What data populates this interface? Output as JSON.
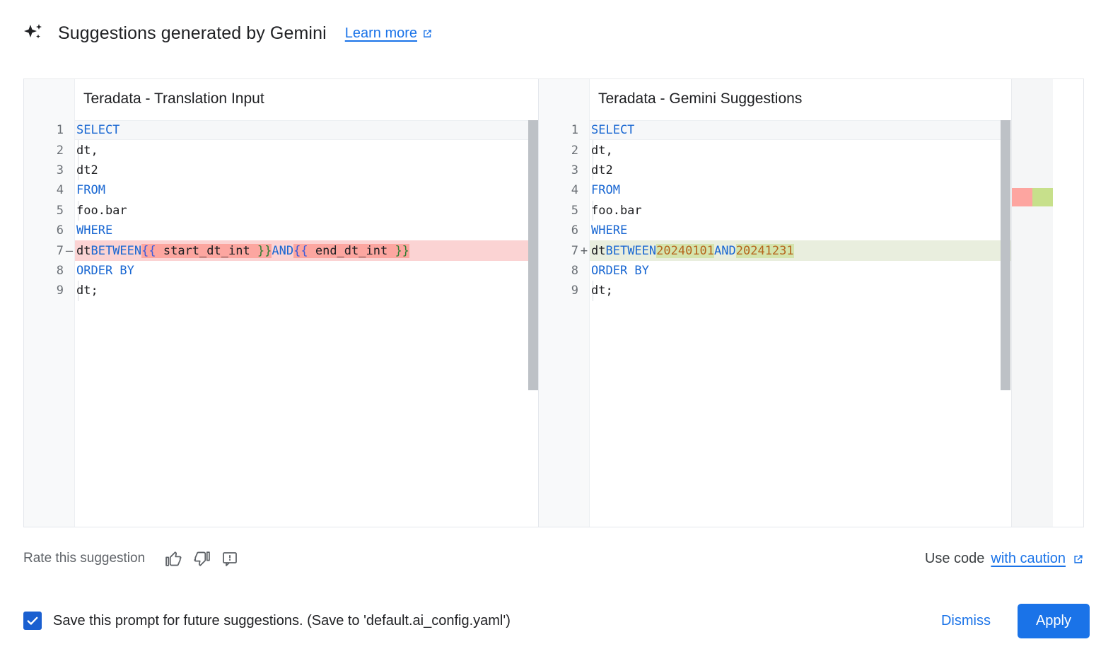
{
  "header": {
    "icon": "sparkle-icon",
    "title": "Suggestions generated by Gemini",
    "learn_more_label": "Learn more",
    "learn_more_icon": "external-link-icon"
  },
  "accent_color": "#1a73e8",
  "diff": {
    "left_pane": {
      "title": "Teradata - Translation Input",
      "lines": [
        {
          "n": "1",
          "sign": "",
          "state": "current"
        },
        {
          "n": "2",
          "sign": "",
          "state": "normal"
        },
        {
          "n": "3",
          "sign": "",
          "state": "normal"
        },
        {
          "n": "4",
          "sign": "",
          "state": "normal"
        },
        {
          "n": "5",
          "sign": "",
          "state": "normal"
        },
        {
          "n": "6",
          "sign": "",
          "state": "normal"
        },
        {
          "n": "7",
          "sign": "—",
          "state": "deleted"
        },
        {
          "n": "8",
          "sign": "",
          "state": "normal"
        },
        {
          "n": "9",
          "sign": "",
          "state": "normal"
        }
      ],
      "code": [
        "SELECT",
        "    dt,",
        "    dt2",
        "FROM",
        "    foo.bar",
        "WHERE",
        "    dt BETWEEN {{ start_dt_int }} AND {{ end_dt_int }}",
        "ORDER BY",
        "    dt;"
      ]
    },
    "right_pane": {
      "title": "Teradata - Gemini Suggestions",
      "lines": [
        {
          "n": "1",
          "sign": "",
          "state": "current"
        },
        {
          "n": "2",
          "sign": "",
          "state": "normal"
        },
        {
          "n": "3",
          "sign": "",
          "state": "normal"
        },
        {
          "n": "4",
          "sign": "",
          "state": "normal"
        },
        {
          "n": "5",
          "sign": "",
          "state": "normal"
        },
        {
          "n": "6",
          "sign": "",
          "state": "normal"
        },
        {
          "n": "7",
          "sign": "+",
          "state": "added"
        },
        {
          "n": "8",
          "sign": "",
          "state": "normal"
        },
        {
          "n": "9",
          "sign": "",
          "state": "normal"
        }
      ],
      "code": [
        "SELECT",
        "    dt,",
        "    dt2",
        "FROM",
        "    foo.bar",
        "WHERE",
        "    dt BETWEEN 20240101 AND 20241231",
        "ORDER BY",
        "    dt;"
      ]
    },
    "tokens": {
      "kw_select": "SELECT",
      "kw_from": "FROM",
      "kw_where": "WHERE",
      "kw_order_by": "ORDER BY",
      "kw_between": "BETWEEN",
      "kw_and": "AND",
      "col_dt_comma": "dt,",
      "col_dt2": "dt2",
      "tbl_foo_bar": "foo.bar",
      "col_dt_semi": "dt;",
      "col_dt": "dt",
      "brace_open": "{{",
      "brace_close": "}}",
      "var_start": " start_dt_int ",
      "var_end": " end_dt_int ",
      "val_start": "20240101",
      "val_end": "20241231"
    },
    "colors": {
      "deleted_row_bg": "#fbd3d3",
      "added_row_bg": "#e9eede",
      "deleted_word_bg": "#fca6a0",
      "added_word_bg": "#d4e4ad",
      "keyword": "#1967d2",
      "number": "#b5651d",
      "overview_del": "#fda5a0",
      "overview_add": "#c7e08b"
    }
  },
  "rate": {
    "label": "Rate this suggestion",
    "thumb_up_icon": "thumb-up-icon",
    "thumb_down_icon": "thumb-down-icon",
    "report_icon": "report-feedback-icon",
    "use_code_prefix": "Use code",
    "caution_link": "with caution",
    "caution_icon": "external-link-icon"
  },
  "footer": {
    "checkbox_checked": true,
    "checkbox_label": "Save this prompt for future suggestions. (Save to 'default.ai_config.yaml')",
    "dismiss_label": "Dismiss",
    "apply_label": "Apply"
  }
}
